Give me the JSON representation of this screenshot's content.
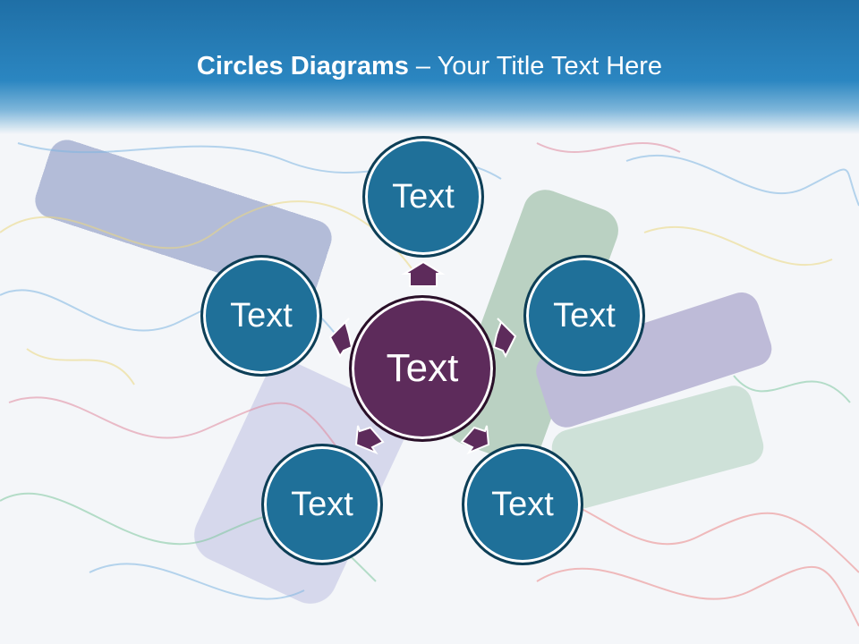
{
  "slide": {
    "title_strong": "Circles Diagrams",
    "title_rest": " – Your Title Text Here"
  },
  "diagram": {
    "center_label": "Text",
    "nodes": [
      {
        "label": "Text"
      },
      {
        "label": "Text"
      },
      {
        "label": "Text"
      },
      {
        "label": "Text"
      },
      {
        "label": "Text"
      }
    ]
  },
  "colors": {
    "header": "#2b86c1",
    "outer_circle": "#1f7099",
    "center_circle": "#5d2b5b",
    "arrow": "#5d2b5b"
  }
}
